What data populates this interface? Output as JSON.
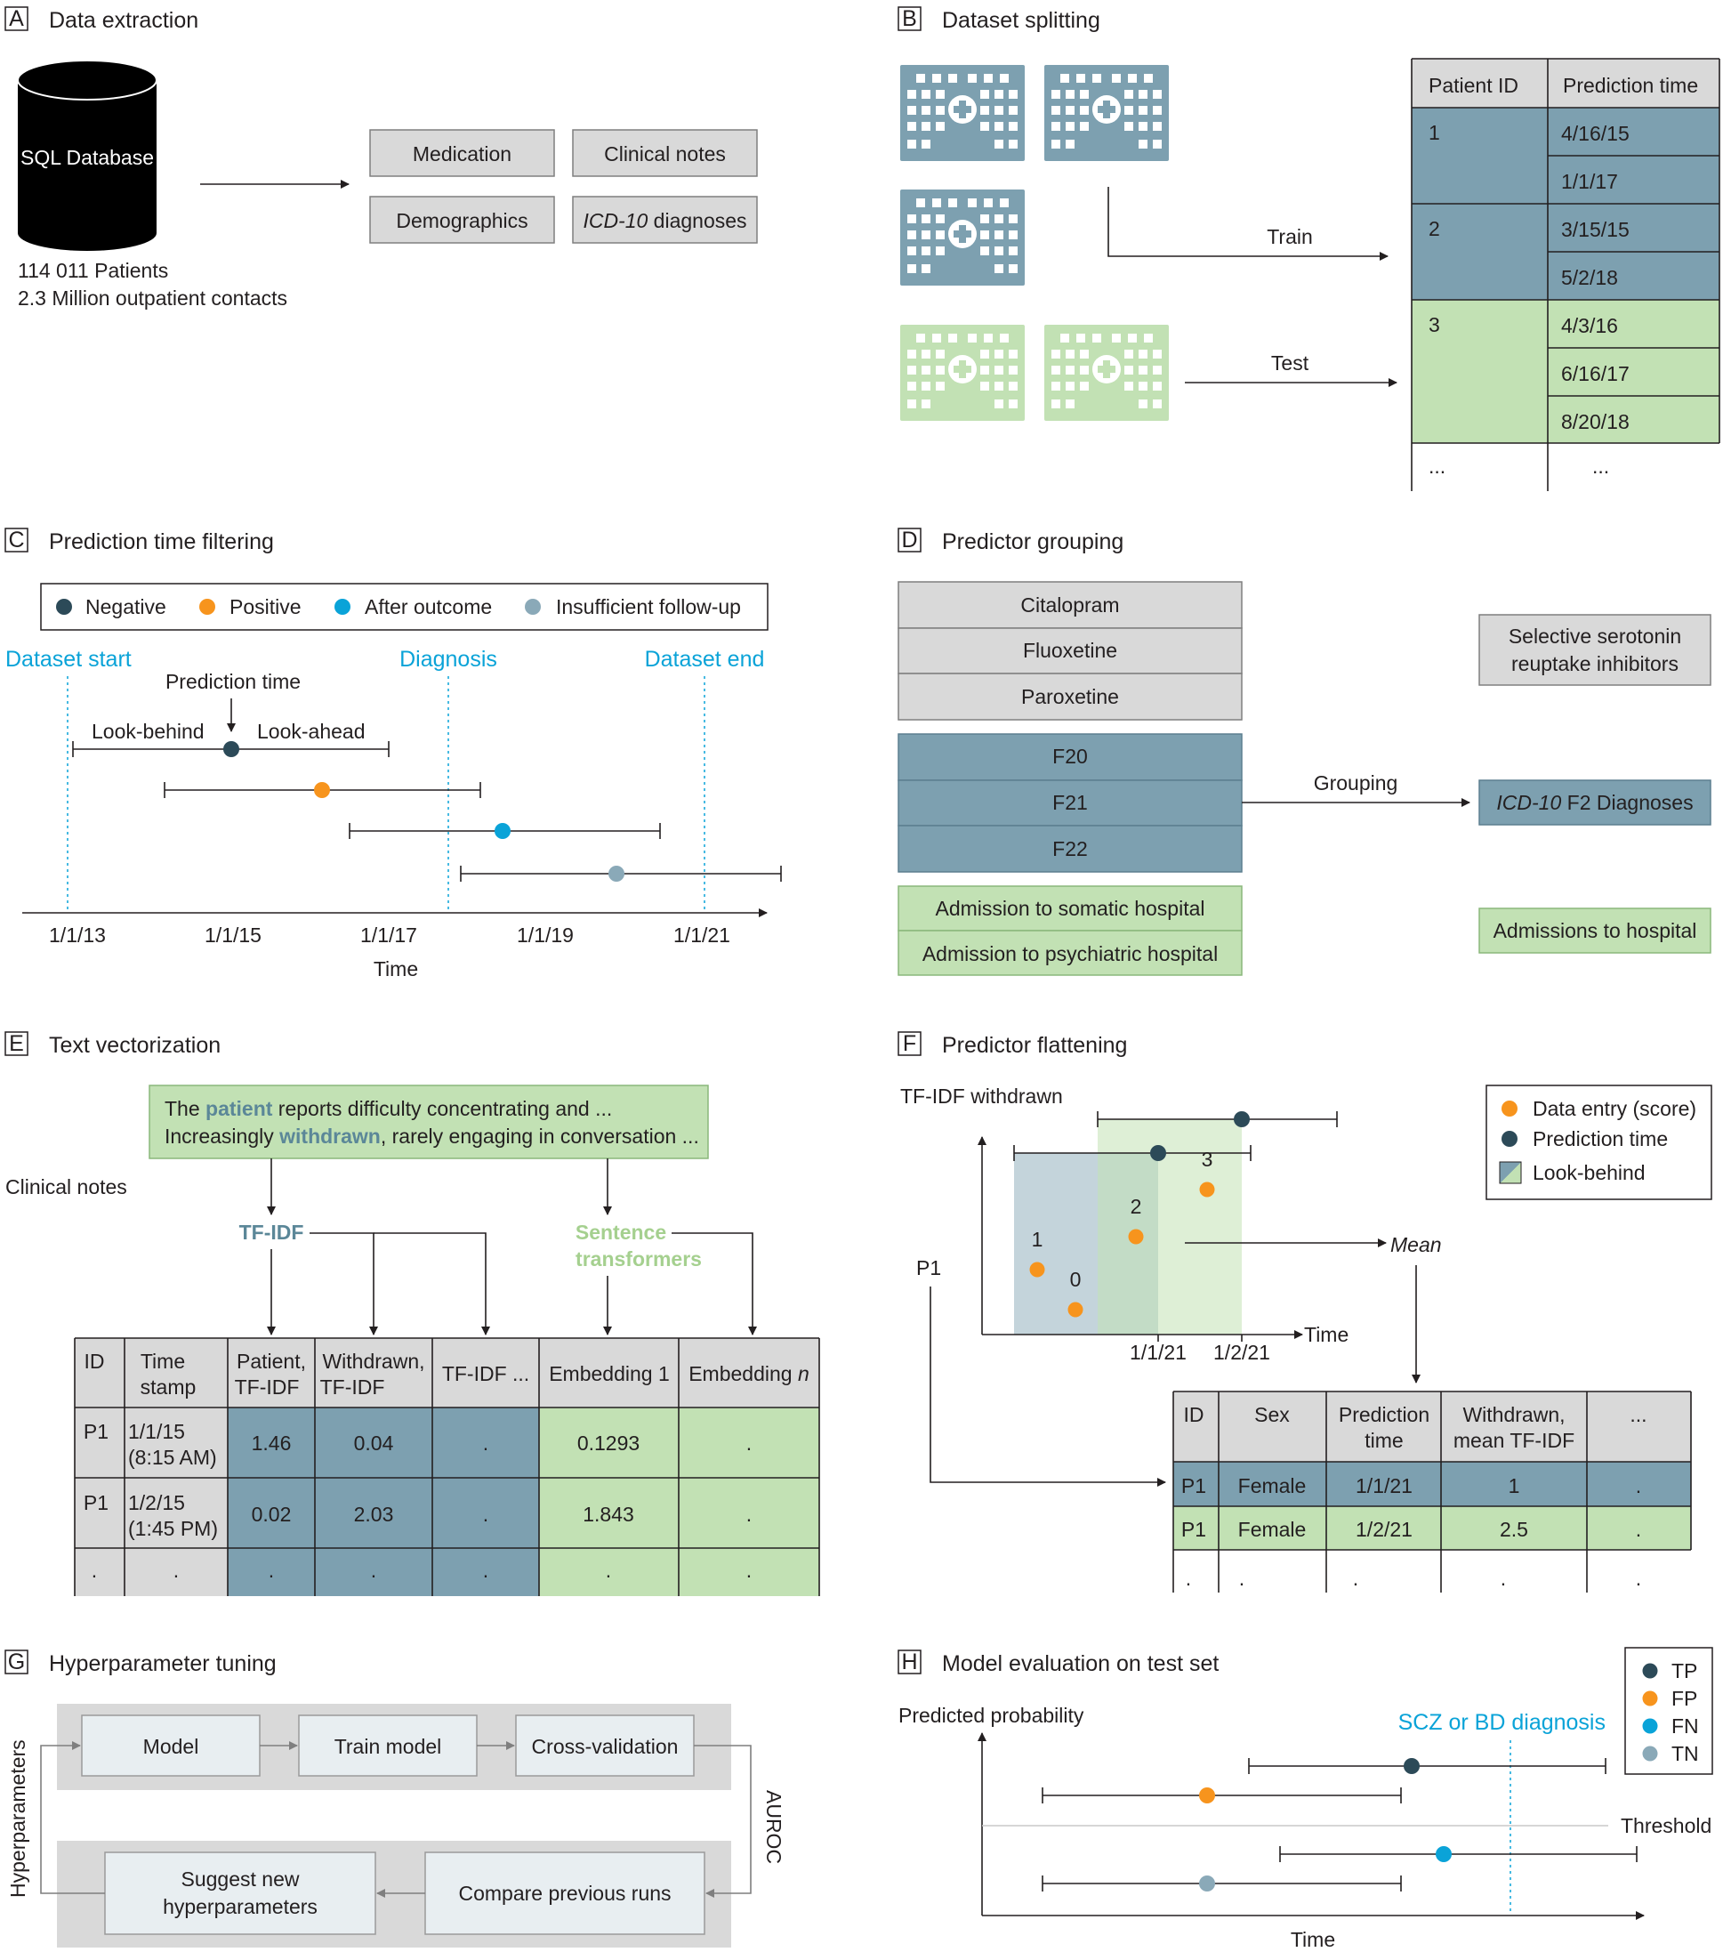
{
  "panels": {
    "A": {
      "letter": "A",
      "title": "Data extraction"
    },
    "B": {
      "letter": "B",
      "title": "Dataset splitting"
    },
    "C": {
      "letter": "C",
      "title": "Prediction time filtering"
    },
    "D": {
      "letter": "D",
      "title": "Predictor grouping"
    },
    "E": {
      "letter": "E",
      "title": "Text vectorization"
    },
    "F": {
      "letter": "F",
      "title": "Predictor flattening"
    },
    "G": {
      "letter": "G",
      "title": "Hyperparameter tuning"
    },
    "H": {
      "letter": "H",
      "title": "Model evaluation on test set"
    }
  },
  "a": {
    "db_label": "SQL Database",
    "patients": "114 011 Patients",
    "contacts": "2.3 Million outpatient contacts",
    "medication": "Medication",
    "clinical_notes": "Clinical notes",
    "demographics": "Demographics",
    "icd_italic": "ICD-10",
    "icd_rest": " diagnoses"
  },
  "b": {
    "train": "Train",
    "test": "Test",
    "col_patient": "Patient ID",
    "col_time": "Prediction time",
    "p1": "1",
    "p2": "2",
    "p3": "3",
    "t1": "4/16/15",
    "t2": "1/1/17",
    "t3": "3/15/15",
    "t4": "5/2/18",
    "t5": "4/3/16",
    "t6": "6/16/17",
    "t7": "8/20/18",
    "ellipsis1": "...",
    "ellipsis2": "..."
  },
  "c": {
    "legend_negative": "Negative",
    "legend_positive": "Positive",
    "legend_after": "After outcome",
    "legend_insufficient": "Insufficient follow-up",
    "dataset_start": "Dataset start",
    "diagnosis": "Diagnosis",
    "dataset_end": "Dataset end",
    "prediction_time": "Prediction time",
    "look_behind": "Look-behind",
    "look_ahead": "Look-ahead",
    "x_ticks": [
      "1/1/13",
      "1/1/15",
      "1/1/17",
      "1/1/19",
      "1/1/21"
    ],
    "x_label": "Time"
  },
  "d": {
    "citalopram": "Citalopram",
    "fluoxetine": "Fluoxetine",
    "paroxetine": "Paroxetine",
    "f20": "F20",
    "f21": "F21",
    "f22": "F22",
    "adm_somatic": "Admission to somatic hospital",
    "adm_psych": "Admission to psychiatric hospital",
    "ssri_1": "Selective serotonin",
    "ssri_2": "reuptake inhibitors",
    "grouping": "Grouping",
    "icd_italic": "ICD-10",
    "icd_rest": " F2 Diagnoses",
    "admissions": "Admissions to hospital"
  },
  "e": {
    "note_l1_pre": "The ",
    "note_l1_kw": "patient",
    "note_l1_post": " reports difficulty concentrating and ...",
    "note_l2_pre": "Increasingly ",
    "note_l2_kw": "withdrawn",
    "note_l2_post": ", rarely engaging in conversation ...",
    "clinical_notes": "Clinical notes",
    "tfidf": "TF-IDF",
    "sent_1": "Sentence",
    "sent_2": "transformers",
    "h_id": "ID",
    "h_time_1": "Time",
    "h_time_2": "stamp",
    "h_pat_1": "Patient,",
    "h_pat_2": "TF-IDF",
    "h_wd_1": "Withdrawn,",
    "h_wd_2": "TF-IDF",
    "h_tf": "TF-IDF ...",
    "h_emb1": "Embedding 1",
    "h_embn_pre": "Embedding ",
    "h_embn_it": "n",
    "r1_id": "P1",
    "r1_t1": "1/1/15",
    "r1_t2": "(8:15 AM)",
    "r1_pat": "1.46",
    "r1_wd": "0.04",
    "r1_tf": ".",
    "r1_e1": "0.1293",
    "r1_en": ".",
    "r2_id": "P1",
    "r2_t1": "1/2/15",
    "r2_t2": "(1:45 PM)",
    "r2_pat": "0.02",
    "r2_wd": "2.03",
    "r2_tf": ".",
    "r2_e1": "1.843",
    "r2_en": ".",
    "r3": "."
  },
  "f": {
    "y_label": "TF-IDF withdrawn",
    "legend_data": "Data entry (score)",
    "legend_pred": "Prediction time",
    "legend_look": "Look-behind",
    "p1": "P1",
    "pt_labels": [
      "1",
      "0",
      "2",
      "3"
    ],
    "mean": "Mean",
    "time": "Time",
    "x_ticks": [
      "1/1/21",
      "1/2/21"
    ],
    "h_id": "ID",
    "h_sex": "Sex",
    "h_pt_1": "Prediction",
    "h_pt_2": "time",
    "h_wd_1": "Withdrawn,",
    "h_wd_2": "mean TF-IDF",
    "h_more": "...",
    "r1": [
      "P1",
      "Female",
      "1/1/21",
      "1",
      "."
    ],
    "r2": [
      "P1",
      "Female",
      "1/2/21",
      "2.5",
      "."
    ],
    "r3": "."
  },
  "g": {
    "hyperparameters": "Hyperparameters",
    "model": "Model",
    "train_model": "Train model",
    "cross_validation": "Cross-validation",
    "auroc": "AUROC",
    "suggest_1": "Suggest new",
    "suggest_2": "hyperparameters",
    "compare": "Compare previous runs"
  },
  "h": {
    "legend": [
      "TP",
      "FP",
      "FN",
      "TN"
    ],
    "y_label": "Predicted probability",
    "diagnosis": "SCZ or BD diagnosis",
    "threshold": "Threshold",
    "x_label": "Time"
  },
  "colors": {
    "negative": "#2c4a58",
    "positive": "#f7941d",
    "after_outcome": "#0aa3d8",
    "insufficient": "#8aa9b8",
    "blue_fill": "#7da0b0",
    "green_fill": "#c2e1b4",
    "gray_fill": "#d9d9d9",
    "hospital_blue": "#7da0b0",
    "hospital_green": "#c2e1b4"
  }
}
